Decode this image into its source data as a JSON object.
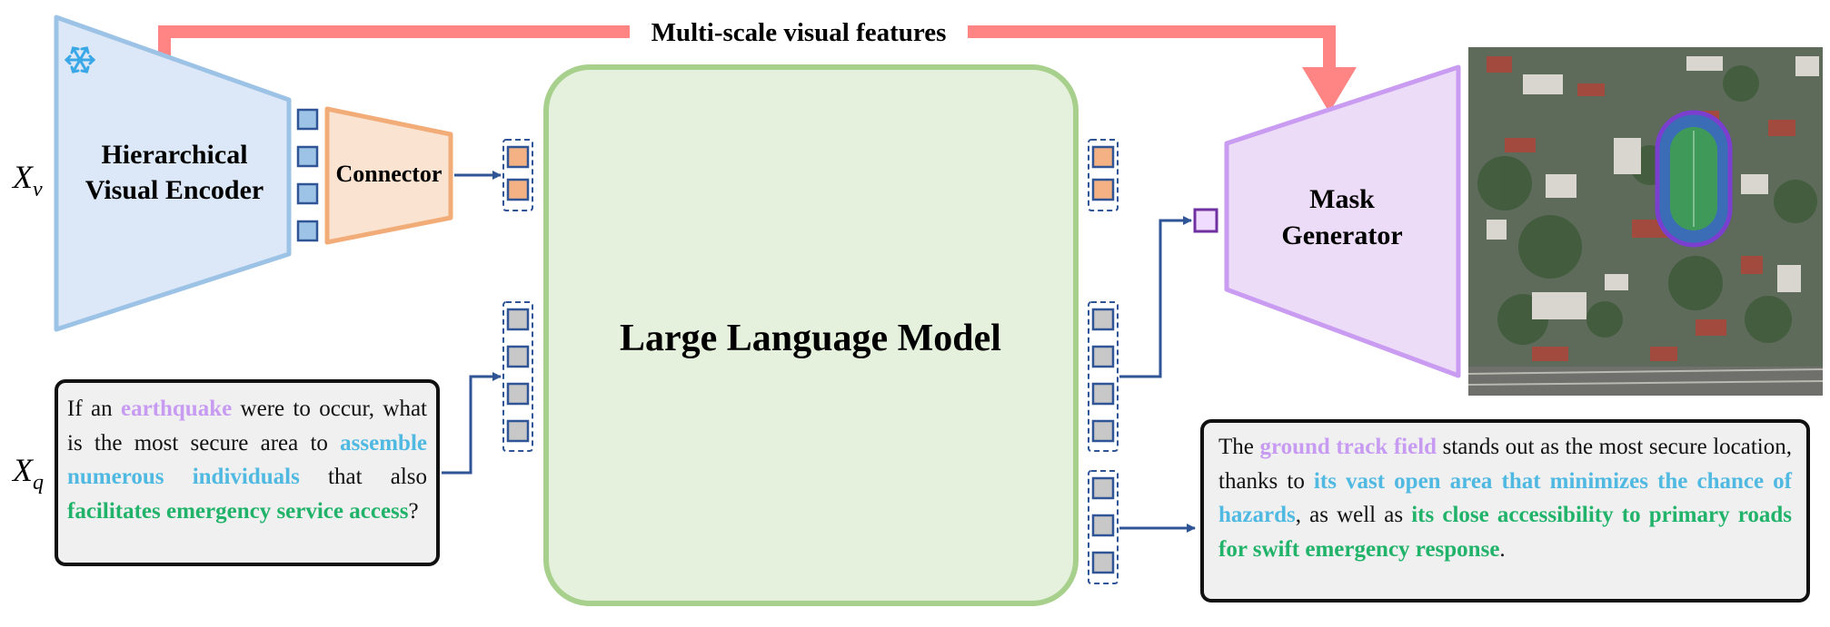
{
  "labels": {
    "top_arrow": "Multi-scale visual features",
    "encoder_line1": "Hierarchical",
    "encoder_line2": "Visual Encoder",
    "connector": "Connector",
    "llm": "Large Language Model",
    "mask_line1": "Mask",
    "mask_line2": "Generator",
    "xv_base": "X",
    "xv_sub": "v",
    "xq_base": "X",
    "xq_sub": "q"
  },
  "icons": {
    "frozen": "snowflake-icon"
  },
  "query": [
    {
      "text": "If an ",
      "hl": ""
    },
    {
      "text": "earthquake",
      "hl": "purple"
    },
    {
      "text": " were to occur, what is the most secure area to ",
      "hl": ""
    },
    {
      "text": "assemble numerous individuals",
      "hl": "blue"
    },
    {
      "text": " that also ",
      "hl": ""
    },
    {
      "text": "facilitates emergency service access",
      "hl": "green"
    },
    {
      "text": "?",
      "hl": ""
    }
  ],
  "answer": [
    {
      "text": "The ",
      "hl": ""
    },
    {
      "text": "ground track field",
      "hl": "purple"
    },
    {
      "text": " stands out as the most secure location, thanks to ",
      "hl": ""
    },
    {
      "text": "its vast open area that minimizes the chance of hazards",
      "hl": "blue"
    },
    {
      "text": ", as well as ",
      "hl": ""
    },
    {
      "text": "its close accessibility to primary roads for swift emergency response",
      "hl": "green"
    },
    {
      "text": ".",
      "hl": ""
    }
  ],
  "colors": {
    "encoder_fill": "#dce8f7",
    "encoder_stroke": "#9cc3e6",
    "connector_fill": "#fbe3d2",
    "connector_stroke": "#f2ac78",
    "llm_fill": "#e5f1dc",
    "llm_stroke": "#a8d08d",
    "mask_fill": "#eddcf7",
    "mask_stroke": "#c99cf2",
    "top_arrow": "#ff8585",
    "flow_arrow": "#2f5597",
    "visual_token": "#9dc3e6",
    "connector_token": "#f4b183",
    "text_token": "#c8c8c8",
    "seg_token": "#efdcff",
    "seg_token_border": "#7030a0",
    "highlight_purple": "#c79bf2",
    "highlight_blue": "#4fb9e2",
    "highlight_green": "#22b36a"
  }
}
